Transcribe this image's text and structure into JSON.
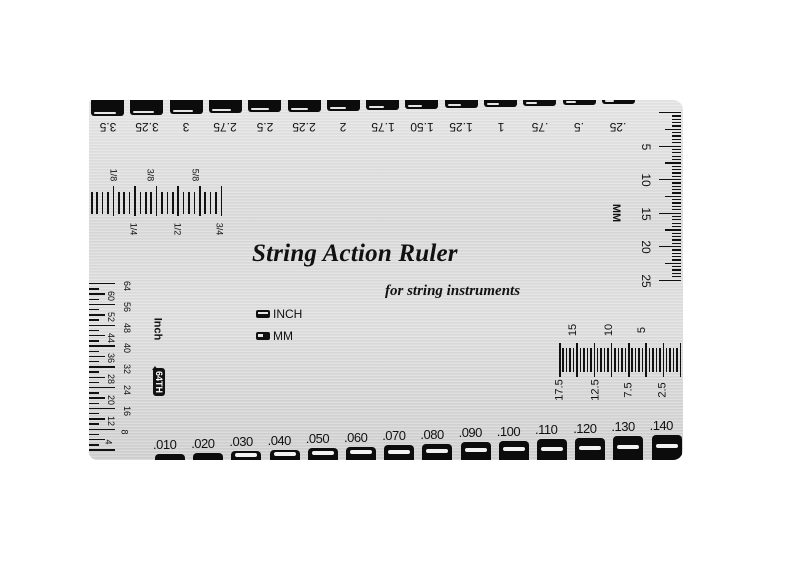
{
  "product": {
    "title": "String Action Ruler",
    "subtitle": "for string instruments",
    "legend": [
      {
        "icon": "inch-slot-icon",
        "label": "INCH"
      },
      {
        "icon": "mm-slot-icon",
        "label": "MM"
      }
    ]
  },
  "top_gauge": {
    "unit": "mm",
    "labels": [
      "3.5",
      "3.25",
      "3",
      "2.75",
      "2.5",
      "2.25",
      "2",
      "1.75",
      "1.50",
      "1.25",
      "1",
      ".75",
      ".5",
      ".25"
    ]
  },
  "fraction_scale": {
    "top_labels": [
      "1/8",
      "3/8",
      "5/8"
    ],
    "bottom_labels": [
      "1/4",
      "1/2",
      "3/4"
    ]
  },
  "mm_scale_right": {
    "axis_label": "MM",
    "labels": [
      "5",
      "10",
      "15",
      "20",
      "25"
    ]
  },
  "inch_64th_scale": {
    "axis_label": "Inch",
    "badge": "64TH",
    "outer_labels": [
      "64",
      "56",
      "48",
      "40",
      "32",
      "24",
      "16",
      "8"
    ],
    "inner_labels": [
      "60",
      "52",
      "44",
      "36",
      "28",
      "20",
      "12",
      "4"
    ]
  },
  "mm_scale_bottom_right": {
    "top_labels": [
      "15",
      "10",
      "5"
    ],
    "bottom_labels": [
      "17.5",
      "12.5",
      "7.5",
      "2.5"
    ]
  },
  "bottom_gauge": {
    "unit": "inch",
    "labels": [
      ".010",
      ".020",
      ".030",
      ".040",
      ".050",
      ".060",
      ".070",
      ".080",
      ".090",
      ".100",
      ".110",
      ".120",
      ".130",
      ".140"
    ]
  },
  "colors": {
    "metal": "#dcdcdc",
    "ink": "#111111",
    "background": "#ffffff"
  }
}
